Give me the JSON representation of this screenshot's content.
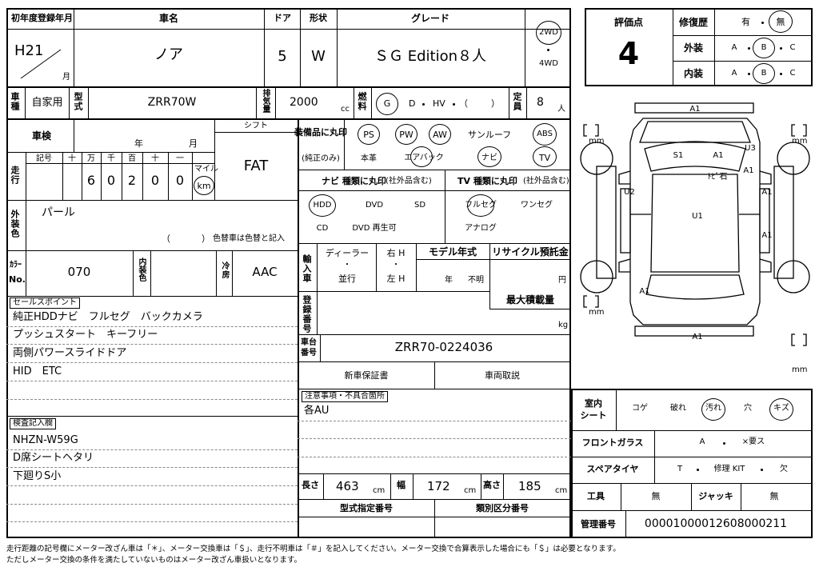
{
  "header": {
    "reg_year_label": "初年度登録年月",
    "reg_year": "H21",
    "month_label": "月",
    "car_name_label": "車名",
    "car_name": "ノア",
    "door_label": "ドア",
    "doors": "5",
    "shape_label": "形状",
    "shape": "W",
    "grade_label": "グレード",
    "grade": "ＳＧ Edition８人",
    "drive_2wd": "2WD",
    "drive_4wd": "4WD"
  },
  "row2": {
    "category_label": "車種",
    "category": "自家用",
    "model_label": "型式",
    "model": "ZRR70W",
    "displacement_label": "排気量",
    "displacement": "2000",
    "cc": "cc",
    "fuel_label": "燃料",
    "fuel_g": "G",
    "fuel_d": "D",
    "fuel_hv": "HV",
    "fuel_other_open": "（",
    "fuel_other_close": "）",
    "capacity_label": "定員",
    "capacity": "8",
    "capacity_unit": "人"
  },
  "shaken": {
    "label": "車検",
    "year": "年",
    "month": "月",
    "shift_label": "シフト",
    "shift": "FAT"
  },
  "mileage": {
    "label": "走行",
    "mark_label": "記号",
    "units": [
      "十",
      "万",
      "千",
      "百",
      "十",
      "一"
    ],
    "digits": [
      "",
      "6",
      "0",
      "2",
      "0",
      "0"
    ],
    "mile": "マイル",
    "km": "km"
  },
  "exterior_color": {
    "label": "外装色",
    "value": "パール",
    "note_open": "（",
    "note_close": "）",
    "note": "色替車は色替と記入"
  },
  "color_no": {
    "label_top": "ｶﾗｰ",
    "label_bottom": "No.",
    "value": "070",
    "interior_label": "内装色",
    "ac_label": "冷房",
    "ac_value": "AAC"
  },
  "equipment": {
    "label": "装備品に丸印",
    "sub_label": "(純正のみ)",
    "items": [
      "PS",
      "PW",
      "AW",
      "サンルーフ",
      "ABS",
      "本革",
      "エアバック",
      "ナビ",
      "TV"
    ]
  },
  "navi": {
    "label": "ナビ 種類に丸印",
    "sub": "(社外品含む)",
    "items": [
      "HDD",
      "DVD",
      "SD",
      "CD",
      "DVD 再生可"
    ]
  },
  "tv": {
    "label": "TV 種類に丸印",
    "sub": "(社外品含む)",
    "items": [
      "フルセグ",
      "ワンセグ",
      "アナログ"
    ]
  },
  "import": {
    "label": "輸入車",
    "dealer": "ディーラー",
    "dot": "・",
    "parallel": "並行",
    "right": "右 H",
    "left": "左 H",
    "model_year_label": "モデル年式",
    "year_unit": "年",
    "unknown": "不明",
    "recycle_label": "リサイクル預託金",
    "yen": "円"
  },
  "registration": {
    "label": "登録番号",
    "max_load_label": "最大積載量",
    "kg": "kg"
  },
  "chassis": {
    "label": "車台番号",
    "value": "ZRR70‐0224036"
  },
  "docs": {
    "warranty": "新車保証書",
    "manual": "車両取説"
  },
  "notes": {
    "label": "注意事項・不具合箇所",
    "value": "各AU"
  },
  "size": {
    "length_label": "長さ",
    "length": "463",
    "width_label": "幅",
    "width": "172",
    "height_label": "高さ",
    "height": "185",
    "cm": "cm",
    "type_designation": "型式指定番号",
    "category_number": "類別区分番号"
  },
  "sales_points": {
    "label": "セールスポイント",
    "lines": [
      "純正HDDナビ　フルセグ　バックカメラ",
      "プッシュスタート　キーフリー",
      "両側パワースライドドア",
      "HID　ETC"
    ]
  },
  "inspection": {
    "label": "検査記入欄",
    "lines": [
      "NHZN‐W59G",
      "D席シートヘタリ",
      "下廻りS小"
    ]
  },
  "score": {
    "label": "評価点",
    "value": "4",
    "repair_label": "修復歴",
    "yes": "有",
    "no": "無",
    "exterior_label": "外装",
    "interior_label": "内装",
    "grades": [
      "A",
      "B",
      "C"
    ]
  },
  "diagram": {
    "marks": [
      "A1",
      "S1",
      "A1",
      "U3",
      "A1",
      "ﾄﾋﾞ石",
      "U2",
      "A1",
      "U1",
      "A1",
      "A1",
      "A1"
    ],
    "mm": "mm"
  },
  "interior_sheet": {
    "label": "室内シート",
    "items": [
      "コゲ",
      "破れ",
      "汚れ",
      "穴",
      "キズ"
    ]
  },
  "windshield": {
    "label": "フロントガラス",
    "a": "A",
    "replace": "×要ス"
  },
  "spare_tire": {
    "label": "スペアタイヤ",
    "t": "T",
    "repair_kit": "修理 KIT",
    "none": "欠"
  },
  "tools": {
    "label": "工具",
    "value": "無",
    "jack_label": "ジャッキ",
    "jack_value": "無"
  },
  "manage": {
    "label": "管理番号",
    "value": "00001000012608000211"
  },
  "footer": {
    "line1": "走行距離の記号欄にメーター改ざん車は「＊」、メーター交換車は「＄」、走行不明車は「＃」を記入してください。メーター交換で合算表示した場合にも「＄」は必要となります。",
    "line2": "ただしメーター交換の条件を満たしていないものはメーター改ざん車扱いとなります。"
  }
}
